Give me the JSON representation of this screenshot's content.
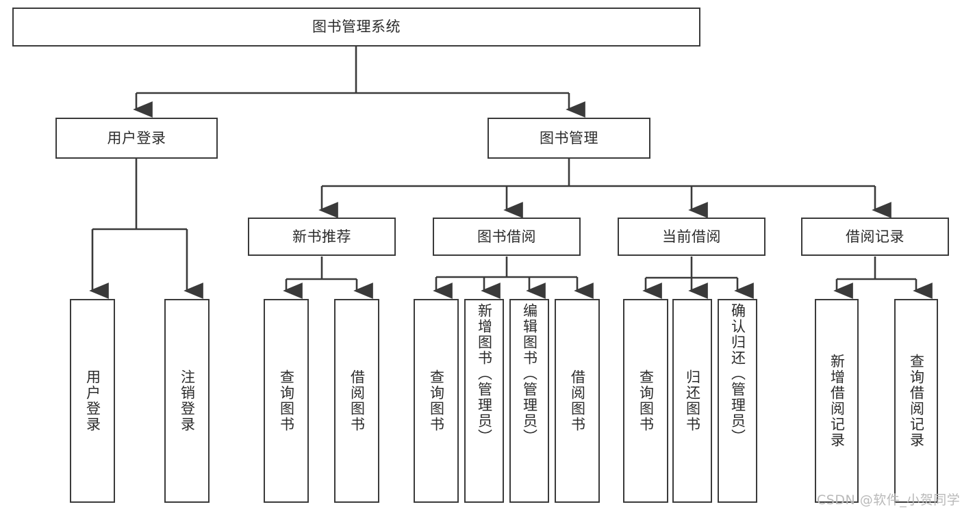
{
  "diagram": {
    "title": "图书管理系统",
    "type": "tree-hierarchy-chart",
    "background_color": "#ffffff",
    "line_color": "#3a3a3a",
    "text_color": "#2b2b2b"
  },
  "nodes": {
    "root": {
      "label": "图书管理系统"
    },
    "level2": [
      {
        "id": "user-login",
        "label": "用户登录"
      },
      {
        "id": "book-manage",
        "label": "图书管理"
      }
    ],
    "level3": [
      {
        "id": "new-book-recommend",
        "label": "新书推荐"
      },
      {
        "id": "book-borrow",
        "label": "图书借阅"
      },
      {
        "id": "current-borrow",
        "label": "当前借阅"
      },
      {
        "id": "borrow-record",
        "label": "借阅记录"
      }
    ],
    "leaves": {
      "user_login": [
        {
          "id": "leaf-user-login",
          "label": "用户登录"
        },
        {
          "id": "leaf-logout-login",
          "label": "注销登录"
        }
      ],
      "new_book_recommend": [
        {
          "id": "leaf-query-book-1",
          "label": "查询图书"
        },
        {
          "id": "leaf-borrow-book-1",
          "label": "借阅图书"
        }
      ],
      "book_borrow": [
        {
          "id": "leaf-query-book-2",
          "label": "查询图书"
        },
        {
          "id": "leaf-add-book",
          "label": "新增图书（管理员）"
        },
        {
          "id": "leaf-edit-book",
          "label": "编辑图书（管理员）"
        },
        {
          "id": "leaf-borrow-book-2",
          "label": "借阅图书"
        }
      ],
      "current_borrow": [
        {
          "id": "leaf-query-book-3",
          "label": "查询图书"
        },
        {
          "id": "leaf-return-book",
          "label": "归还图书"
        },
        {
          "id": "leaf-confirm-return",
          "label": "确认归还（管理员）"
        }
      ],
      "borrow_record": [
        {
          "id": "leaf-add-record",
          "label": "新增借阅记录"
        },
        {
          "id": "leaf-query-record",
          "label": "查询借阅记录"
        }
      ]
    }
  },
  "watermark": {
    "text": "CSDN @软件_小贺同学"
  }
}
